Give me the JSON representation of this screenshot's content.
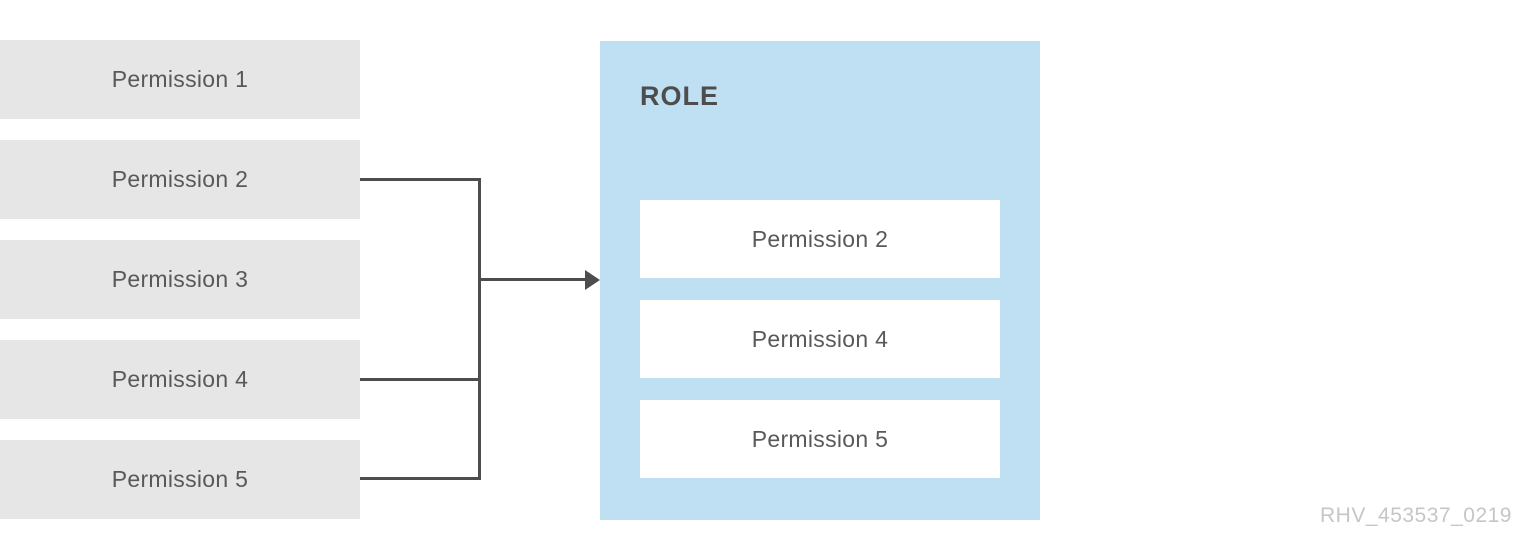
{
  "colors": {
    "pool_box_bg": "#e6e6e6",
    "role_box_bg": "#bfe0f2",
    "role_item_bg": "#ffffff",
    "connector": "#4d4d4d",
    "label_text": "#595959",
    "role_title_text": "#4d4d4d",
    "watermark_text": "#c5c6c8"
  },
  "pool": {
    "items": [
      {
        "label": "Permission 1"
      },
      {
        "label": "Permission 2"
      },
      {
        "label": "Permission 3"
      },
      {
        "label": "Permission 4"
      },
      {
        "label": "Permission 5"
      }
    ]
  },
  "role": {
    "title": "ROLE",
    "items": [
      {
        "label": "Permission 2"
      },
      {
        "label": "Permission 4"
      },
      {
        "label": "Permission 5"
      }
    ]
  },
  "watermark": "RHV_453537_0219"
}
